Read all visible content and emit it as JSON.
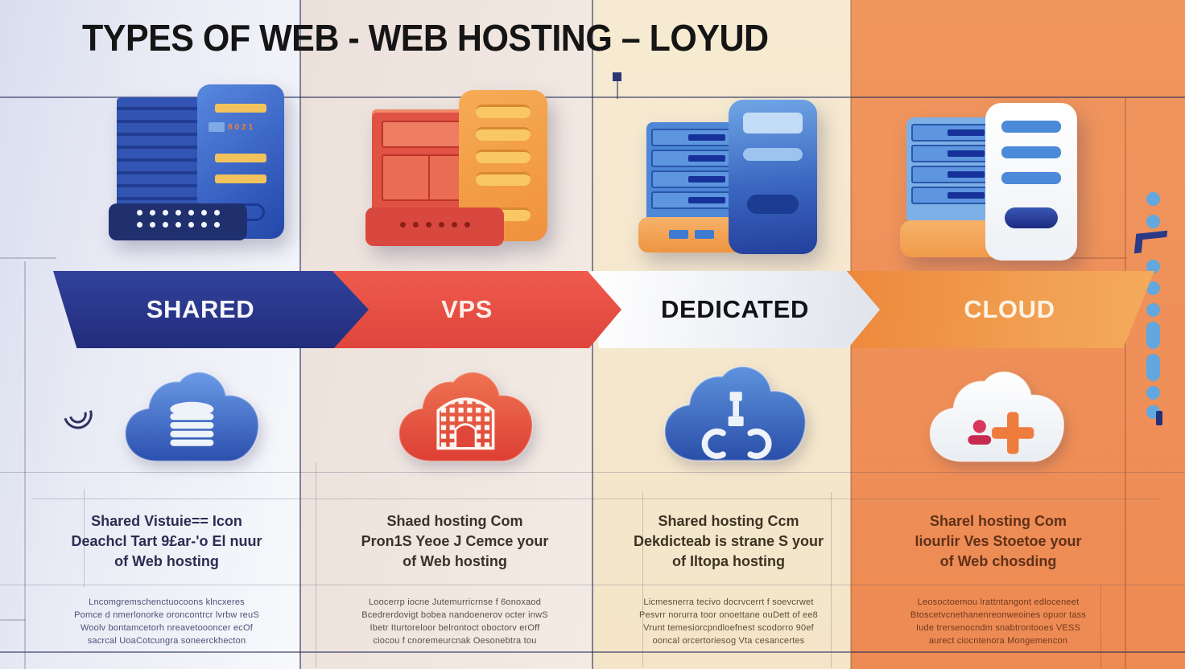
{
  "header": {
    "title": "TYPES OF WEB - WEB HOSTING – LOYUD"
  },
  "palette": {
    "shared_banner": "#2b3a8e",
    "vps_banner": "#e8514a",
    "dedicated_banner": "#eef0f5",
    "cloud_banner": "#ef9344",
    "column1_bg": "#e6e9f4",
    "column2_bg": "#efe4de",
    "column3_bg": "#f5e7cc",
    "column4_bg": "#ef9159",
    "dot_decoration": "#62a7dd"
  },
  "columns": [
    {
      "id": "shared",
      "banner_label": "SHARED",
      "banner_color": "#2b3a8e",
      "cloud_icon": "database-cloud-icon",
      "cloud_color": "#3c63c0",
      "description_lines": [
        "Shared Vistuie== Icon",
        "Deachcl Tart 9£ar-'o El nuur",
        "of Web hosting"
      ],
      "fine_print_lines": [
        "Lncomgremschenctuocoons klncxeres",
        "Pomce d nmerlonorke oroncontrcr lvrbw reuS",
        "Woolv bontamcetorh nreavetoooncer ecOf",
        "sacrcal UoaCotcungra soneerckhecton"
      ]
    },
    {
      "id": "vps",
      "banner_label": "VPS",
      "banner_color": "#e8514a",
      "cloud_icon": "building-cloud-icon",
      "cloud_color": "#e4564a",
      "description_lines": [
        "Shaed hosting Com",
        "Pron1S Yeoe J Cemce your",
        "of Web hosting"
      ],
      "fine_print_lines": [
        "Loocerrp iocne Jutemurricrnse f 6onoxaod",
        "Bcedrerdovigt bobea nandoenerov octer inwS",
        "Ibetr Iturtoreloor belrontoct oboctorv erOff",
        "ciocou f cnoremeurcnak Oesonebtra tou"
      ]
    },
    {
      "id": "dedicated",
      "banner_label": "DEDICATED",
      "banner_color": "#eef0f5",
      "cloud_icon": "network-nodes-cloud-icon",
      "cloud_color": "#3a60ba",
      "description_lines": [
        "Shared hosting Ccm",
        "Dekdicteab is strane S your",
        "of Iltopa hosting"
      ],
      "fine_print_lines": [
        "Licmesnerra tecivo docrvcerrt f soevcrwet",
        "Pesvrr norurra toor onoettane ouDett of ee8",
        "Vrunt temesiorcpndloefnest scodorro 90ef",
        "ooncal orcertoriesog Vta cesancertes"
      ]
    },
    {
      "id": "cloud",
      "banner_label": "CLOUD",
      "banner_color": "#ef9344",
      "cloud_icon": "user-add-cloud-icon",
      "cloud_color": "#ffffff",
      "description_lines": [
        "Sharel hosting Com",
        "Iiourlir Ves Stoetoe your",
        "of Web chosding"
      ],
      "fine_print_lines": [
        "Leosoctoemou lrattntangont edloceneet",
        "Btoscetvcnethanenreonweoines opuor tass",
        "Iude trersenocndm snabtrontooes VESS",
        "aurect ciocntenora Mongemencon"
      ]
    }
  ]
}
